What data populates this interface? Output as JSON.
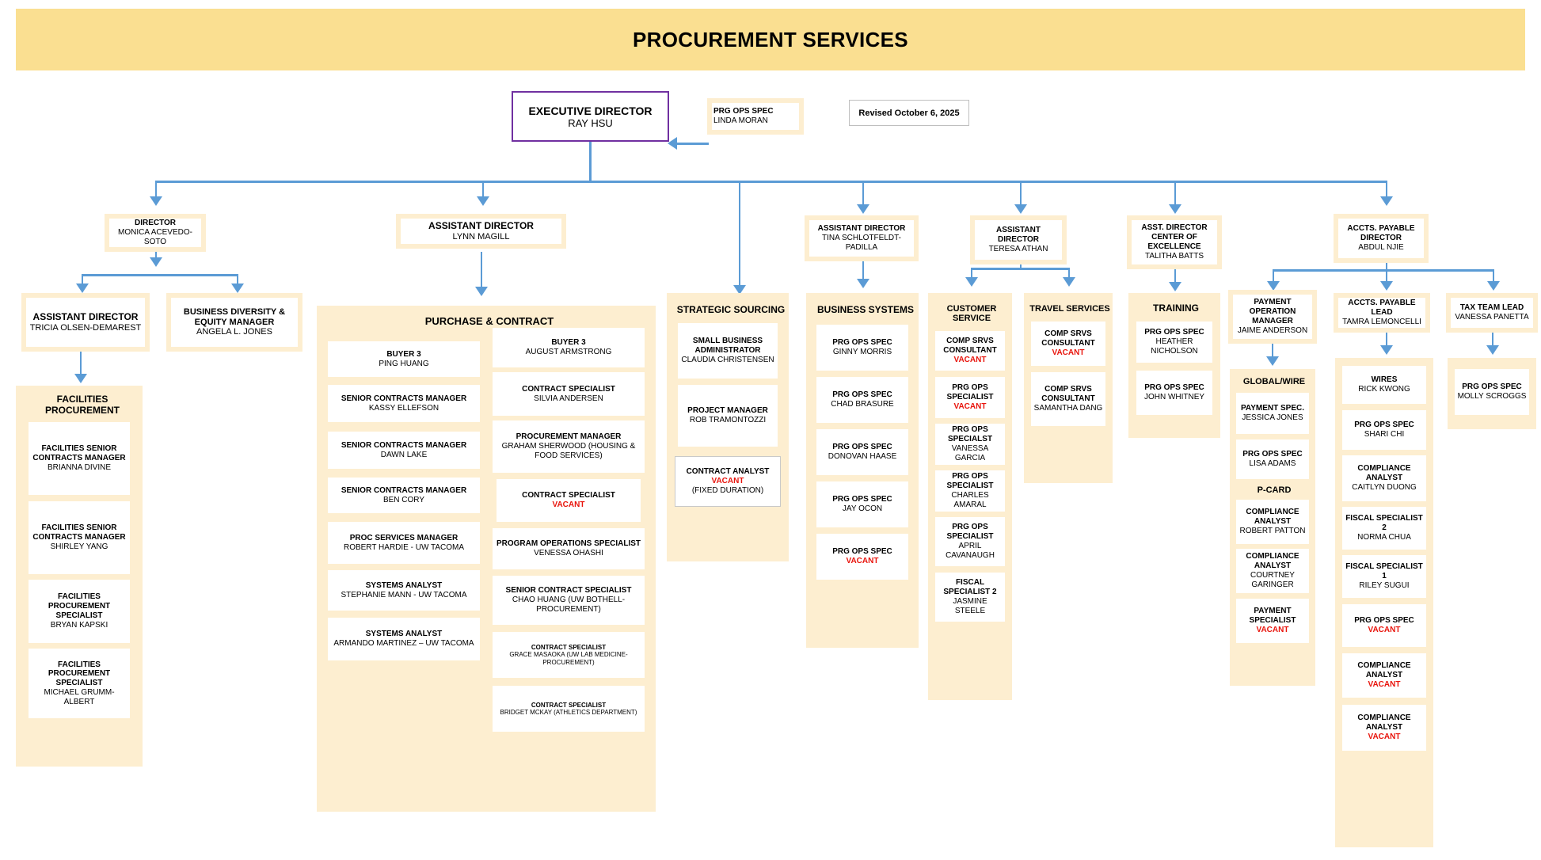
{
  "header": {
    "title": "PROCUREMENT SERVICES"
  },
  "revised": {
    "label": "Revised October 6, 2025"
  },
  "exec": {
    "title": "EXECUTIVE DIRECTOR",
    "name": "RAY HSU"
  },
  "aide": {
    "title": "PRG OPS SPEC",
    "name": "LINDA MORAN"
  },
  "directors": {
    "monica": {
      "title": "DIRECTOR",
      "name": "MONICA ACEVEDO-SOTO"
    },
    "lynn": {
      "title": "ASSISTANT DIRECTOR",
      "name": "LYNN MAGILL"
    },
    "tina": {
      "title": "ASSISTANT DIRECTOR",
      "name": "TINA SCHLOTFELDT-PADILLA"
    },
    "teresa": {
      "title": "ASSISTANT DIRECTOR",
      "name": "TERESA ATHAN"
    },
    "talitha": {
      "title": "ASST. DIRECTOR CENTER OF EXCELLENCE",
      "name": "TALITHA BATTS"
    },
    "abdul": {
      "title": "ACCTS. PAYABLE DIRECTOR",
      "name": "ABDUL NJIE"
    },
    "tricia": {
      "title": "ASSISTANT DIRECTOR",
      "name": "TRICIA OLSEN-DEMAREST"
    },
    "angela": {
      "title": "BUSINESS DIVERSITY & EQUITY MANAGER",
      "name": "ANGELA L. JONES"
    },
    "jaime": {
      "title": "PAYMENT OPERATION MANAGER",
      "name": "JAIME ANDERSON"
    },
    "tamra": {
      "title": "ACCTS. PAYABLE LEAD",
      "name": "TAMRA LEMONCELLI"
    },
    "vanessap": {
      "title": "TAX TEAM LEAD",
      "name": "VANESSA PANETTA"
    }
  },
  "groups": {
    "facilities": {
      "heading": "FACILITIES PROCUREMENT",
      "boxes": [
        {
          "title": "FACILITIES SENIOR CONTRACTS MANAGER",
          "name": "BRIANNA DIVINE"
        },
        {
          "title": "FACILITIES SENIOR CONTRACTS MANAGER",
          "name": "SHIRLEY YANG"
        },
        {
          "title": "FACILITIES PROCUREMENT SPECIALIST",
          "name": "BRYAN KAPSKI"
        },
        {
          "title": "FACILITIES PROCUREMENT SPECIALIST",
          "name": "MICHAEL GRUMM-ALBERT"
        }
      ]
    },
    "purchase": {
      "heading": "PURCHASE & CONTRACT",
      "left": [
        {
          "title": "BUYER 3",
          "name": "PING HUANG"
        },
        {
          "title": "SENIOR CONTRACTS MANAGER",
          "name": "KASSY ELLEFSON"
        },
        {
          "title": "SENIOR CONTRACTS MANAGER",
          "name": "DAWN LAKE"
        },
        {
          "title": "SENIOR CONTRACTS MANAGER",
          "name": "BEN CORY"
        },
        {
          "title": "PROC SERVICES MANAGER",
          "name": "ROBERT HARDIE - UW TACOMA"
        },
        {
          "title": "SYSTEMS ANALYST",
          "name": "STEPHANIE MANN - UW TACOMA"
        },
        {
          "title": "SYSTEMS ANALYST",
          "name": "ARMANDO MARTINEZ – UW TACOMA"
        }
      ],
      "right": [
        {
          "title": "BUYER 3",
          "name": "AUGUST ARMSTRONG"
        },
        {
          "title": "CONTRACT SPECIALIST",
          "name": "SILVIA ANDERSEN"
        },
        {
          "title": "PROCUREMENT MANAGER",
          "name": "GRAHAM SHERWOOD (HOUSING & FOOD SERVICES)"
        },
        {
          "title": "CONTRACT SPECIALIST",
          "name": "VACANT",
          "vacant": true
        },
        {
          "title": "PROGRAM OPERATIONS SPECIALIST",
          "name": "VENESSA OHASHI"
        },
        {
          "title": "SENIOR CONTRACT SPECIALIST",
          "name": "CHAO HUANG (UW BOTHELL-PROCUREMENT)"
        },
        {
          "title": "CONTRACT SPECIALIST",
          "name": "GRACE MASAOKA (UW LAB MEDICINE-PROCUREMENT)",
          "small": true
        },
        {
          "title": "CONTRACT SPECIALIST",
          "name": "BRIDGET MCKAY (ATHLETICS DEPARTMENT)",
          "small": true
        }
      ]
    },
    "strategic": {
      "heading": "STRATEGIC SOURCING",
      "boxes": [
        {
          "title": "SMALL BUSINESS ADMINISTRATOR",
          "name": "CLAUDIA CHRISTENSEN"
        },
        {
          "title": "PROJECT MANAGER",
          "name": "ROB TRAMONTOZZI"
        },
        {
          "title": "CONTRACT ANALYST",
          "name": "VACANT",
          "note": "(FIXED DURATION)",
          "vacant": true,
          "framed": true
        }
      ]
    },
    "business_systems": {
      "heading": "BUSINESS SYSTEMS",
      "boxes": [
        {
          "title": "PRG OPS SPEC",
          "name": "GINNY MORRIS"
        },
        {
          "title": "PRG OPS SPEC",
          "name": "CHAD BRASURE"
        },
        {
          "title": "PRG OPS SPEC",
          "name": "DONOVAN HAASE"
        },
        {
          "title": "PRG OPS SPEC",
          "name": "JAY OCON"
        },
        {
          "title": "PRG OPS SPEC",
          "name": "VACANT",
          "vacant": true
        }
      ]
    },
    "customer_service": {
      "heading": "CUSTOMER SERVICE",
      "boxes": [
        {
          "title": "COMP SRVS CONSULTANT",
          "name": "VACANT",
          "vacant": true
        },
        {
          "title": "PRG OPS SPECIALIST",
          "name": "VACANT",
          "vacant": true
        },
        {
          "title": "PRG OPS SPECIALST",
          "name": "VANESSA GARCIA"
        },
        {
          "title": "PRG OPS SPECIALIST",
          "name": "CHARLES AMARAL"
        },
        {
          "title": "PRG OPS SPECIALIST",
          "name": "APRIL CAVANAUGH"
        },
        {
          "title": "FISCAL SPECIALIST 2",
          "name": "JASMINE STEELE"
        }
      ]
    },
    "travel": {
      "heading": "TRAVEL SERVICES",
      "boxes": [
        {
          "title": "COMP SRVS CONSULTANT",
          "name": "VACANT",
          "vacant": true
        },
        {
          "title": "COMP SRVS CONSULTANT",
          "name": "SAMANTHA DANG"
        }
      ]
    },
    "training": {
      "heading": "TRAINING",
      "boxes": [
        {
          "title": "PRG OPS SPEC",
          "name": "HEATHER NICHOLSON"
        },
        {
          "title": "PRG OPS SPEC",
          "name": "JOHN WHITNEY"
        }
      ]
    },
    "payment_ops": {
      "sub1": "GLOBAL/WIRE",
      "sub2": "P-CARD",
      "boxes1": [
        {
          "title": "PAYMENT SPEC.",
          "name": "JESSICA JONES"
        },
        {
          "title": "PRG OPS SPEC",
          "name": "LISA ADAMS"
        }
      ],
      "boxes2": [
        {
          "title": "COMPLIANCE ANALYST",
          "name": "ROBERT PATTON"
        },
        {
          "title": "COMPLIANCE ANALYST",
          "name": "COURTNEY GARINGER"
        },
        {
          "title": "PAYMENT SPECIALIST",
          "name": "VACANT",
          "vacant": true
        }
      ]
    },
    "accts_payable": {
      "boxes": [
        {
          "title": "WIRES",
          "name": "RICK KWONG"
        },
        {
          "title": "PRG OPS SPEC",
          "name": "SHARI CHI"
        },
        {
          "title": "COMPLIANCE ANALYST",
          "name": "CAITLYN DUONG"
        },
        {
          "title": "FISCAL SPECIALIST 2",
          "name": "NORMA CHUA"
        },
        {
          "title": "FISCAL SPECIALIST 1",
          "name": "RILEY SUGUI"
        },
        {
          "title": "PRG OPS SPEC",
          "name": "VACANT",
          "vacant": true
        },
        {
          "title": "COMPLIANCE ANALYST",
          "name": "VACANT",
          "vacant": true
        },
        {
          "title": "COMPLIANCE ANALYST",
          "name": "VACANT",
          "vacant": true
        }
      ]
    },
    "tax_team": {
      "boxes": [
        {
          "title": "PRG OPS SPEC",
          "name": "MOLLY SCROGGS"
        }
      ]
    }
  },
  "colors": {
    "banner": "#fadf91",
    "node_frame": "#fdeed0",
    "connector": "#5b9bd5",
    "exec_border": "#7030a0",
    "vacant": "#e8140c"
  }
}
